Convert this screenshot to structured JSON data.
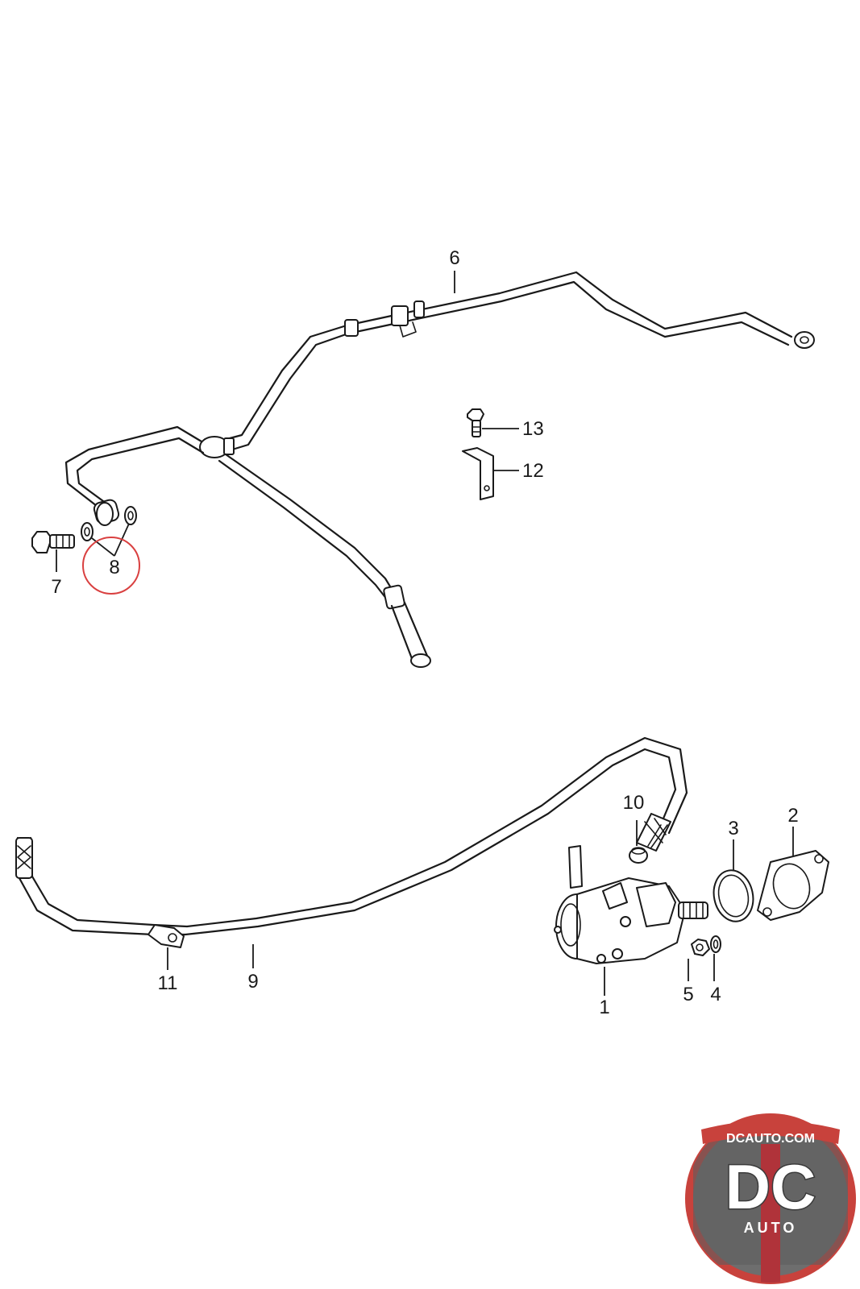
{
  "diagram": {
    "callouts": [
      "1",
      "2",
      "3",
      "4",
      "5",
      "6",
      "7",
      "8",
      "9",
      "10",
      "11",
      "12",
      "13"
    ],
    "highlighted_callout": "8",
    "highlight_color": "#d94040"
  },
  "watermark": {
    "site": "DCAUTO.COM",
    "monogram": "DC",
    "sub": "AUTO",
    "colors": {
      "ring": "#c8423c",
      "inner": "#6e6e6e",
      "stripe": "#b0333a"
    }
  }
}
